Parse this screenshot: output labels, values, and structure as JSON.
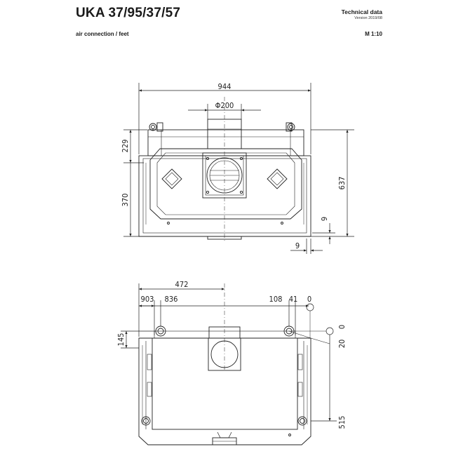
{
  "header": {
    "title": "UKA 37/95/37/57",
    "subtitle": "air connection / feet",
    "tech_label": "Technical data",
    "version": "Version 2019/08",
    "scale": "M 1:10"
  },
  "front_view": {
    "dim_width": "944",
    "dim_pipe": "Φ200",
    "dim_upper": "229",
    "dim_lower": "370",
    "dim_total": "637",
    "dim_foot_h": "9",
    "dim_foot_w": "9"
  },
  "top_view": {
    "dim_center": "472",
    "dim_903": "903",
    "dim_836": "836",
    "dim_108": "108",
    "dim_41": "41",
    "dim_0_top": "0",
    "dim_145": "145",
    "dim_20": "20",
    "dim_0_right": "0",
    "dim_515": "515"
  }
}
